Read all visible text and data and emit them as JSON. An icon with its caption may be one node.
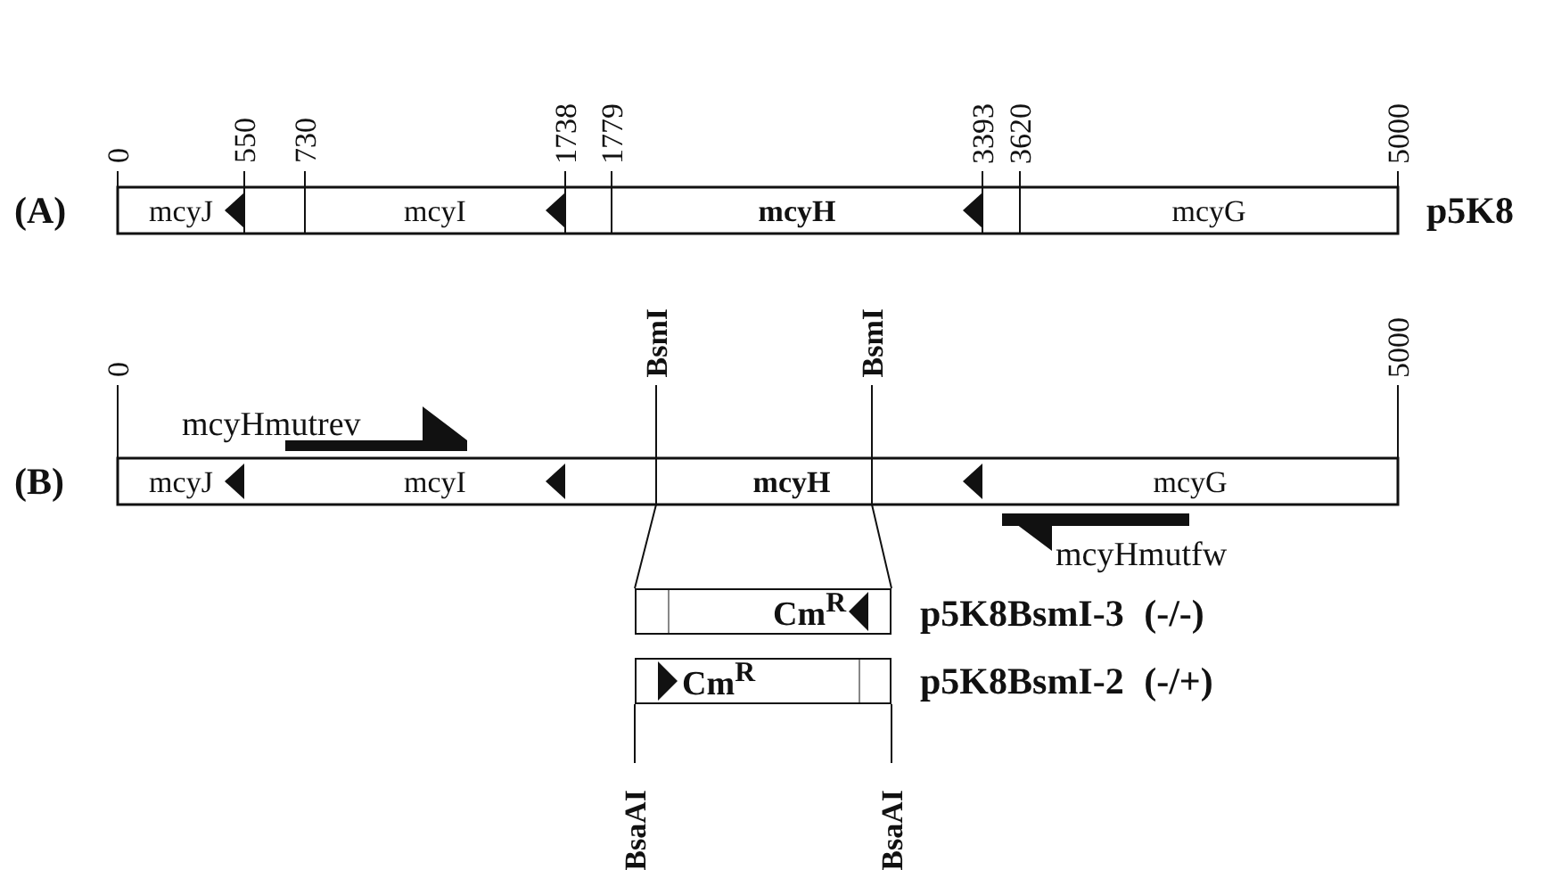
{
  "diagram": {
    "nodes": [
      {
        "text": [
          "mcyJ"
        ]
      },
      {
        "text": [
          "mcyI"
        ]
      },
      {
        "text": [
          "mcyH"
        ]
      },
      {
        "text": [
          "mcyG"
        ]
      },
      {
        "text": [
          "mcyJ"
        ]
      },
      {
        "text": [
          "mcyI"
        ]
      },
      {
        "text": [
          "mcyH"
        ]
      },
      {
        "text": [
          "mcyG"
        ]
      },
      {
        "text": [
          "Cm$^{R}$"
        ]
      },
      {
        "text": [
          "Cm$^{R}$"
        ]
      }
    ],
    "labels": [
      "0",
      "550",
      "730",
      "1738",
      "1779",
      "3393",
      "3620",
      "5000",
      "(A)",
      "p5K8",
      "BsmI",
      "BsmI",
      "0",
      "5000",
      "mcyHmutrev",
      "(B)",
      "mcyHmutfw",
      "p5K8BsmI-3 (-/-)",
      "p5K8BsmI-2 (-/+)",
      "BsaAI",
      "BsaAI"
    ]
  }
}
